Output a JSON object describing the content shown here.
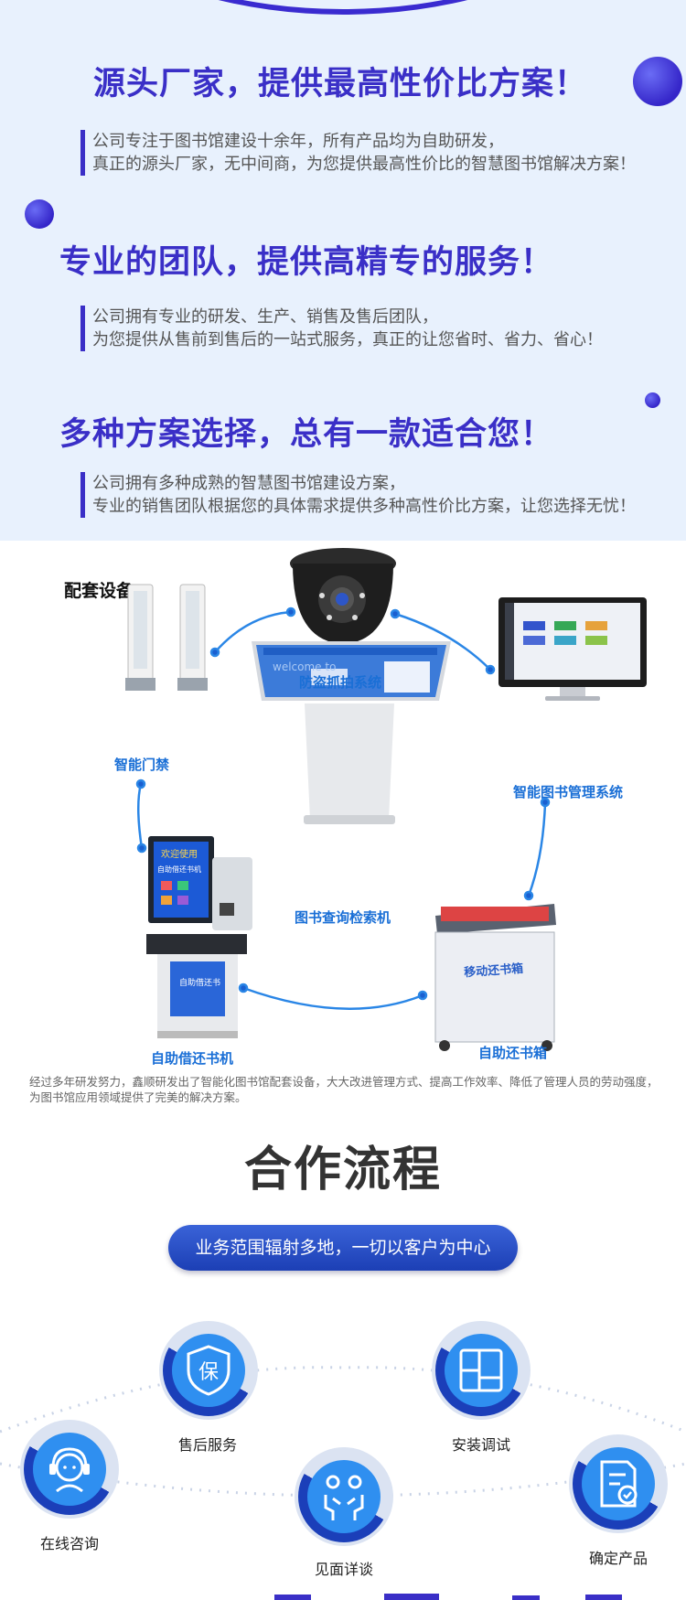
{
  "intro": [
    {
      "title": "源头厂家，提供最高性价比方案！",
      "line1": "公司专注于图书馆建设十余年，所有产品均为自助研发，",
      "line2": "真正的源头厂家，无中间商，为您提供最高性价比的智慧图书馆解决方案！"
    },
    {
      "title": "专业的团队，提供高精专的服务！",
      "line1": "公司拥有专业的研发、生产、销售及售后团队，",
      "line2": "为您提供从售前到售后的一站式服务，真正的让您省时、省力、省心！"
    },
    {
      "title": "多种方案选择，总有一款适合您！",
      "line1": "公司拥有多种成熟的智慧图书馆建设方案，",
      "line2": "专业的销售团队根据您的具体需求提供多种高性价比方案，让您选择无忧！"
    }
  ],
  "equipment": {
    "title": "配套设备",
    "devices": {
      "camera": "防盗抓拍系统",
      "gate": "智能门禁",
      "system": "智能图书管理系统",
      "kiosk": "图书查询检索机",
      "self_service": "自助借还书机",
      "return_box": "自助还书箱"
    },
    "kiosk_screen": "welcome to",
    "box_text": "移动还书箱",
    "machine_screen_title": "欢迎使用",
    "machine_screen_sub": "自助借还书机",
    "machine_body": "自助借还书",
    "description": "经过多年研发努力，鑫顺研发出了智能化图书馆配套设备，大大改进管理方式、提高工作效率、降低了管理人员的劳动强度，为图书馆应用领域提供了完美的解决方案。"
  },
  "process": {
    "title": "合作流程",
    "subtitle": "业务范围辐射多地，一切以客户为中心",
    "steps": {
      "consult": "在线咨询",
      "service": "售后服务",
      "meet": "见面详谈",
      "install": "安装调试",
      "confirm": "确定产品"
    },
    "service_glyph": "保"
  },
  "colors": {
    "accent": "#3a2fc7",
    "blue": "#1a6fd6",
    "step_blue": "#2f8ff0",
    "step_dark": "#1b3fb9"
  }
}
